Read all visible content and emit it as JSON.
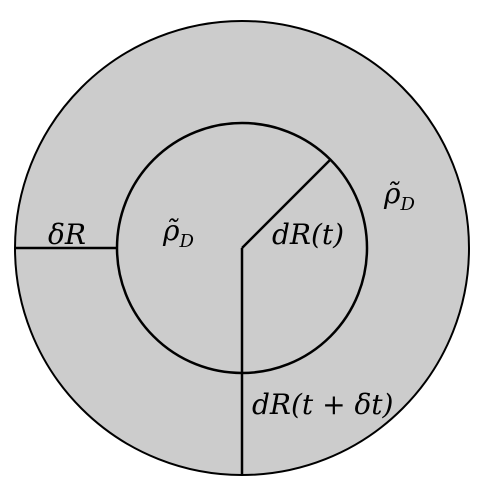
{
  "colors": {
    "background": "#ffffff",
    "outer_disk_fill": "#cccccc",
    "inner_disk_fill": "#cccccc",
    "stroke": "#000000"
  },
  "labels": {
    "delta_r": "δR",
    "rho_inner": "ρ̃_D",
    "rho_outer": "ρ̃_D",
    "dr_t": "dR(t)",
    "dr_t_dt": "dR(t + δt)"
  }
}
